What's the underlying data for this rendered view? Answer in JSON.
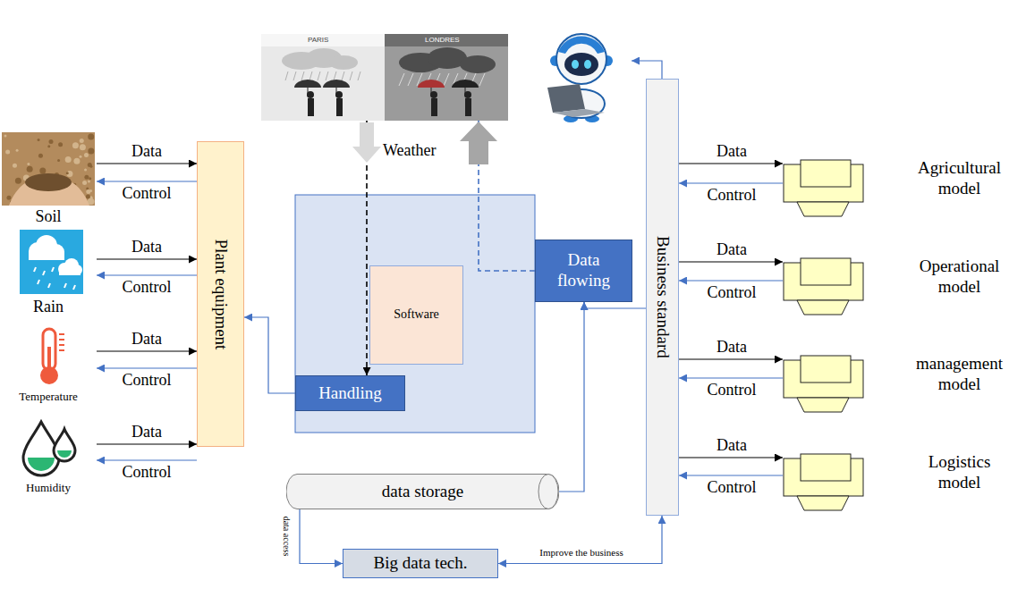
{
  "diagram": {
    "nodes": [
      {
        "text": [
          "Soil"
        ]
      },
      {
        "text": [
          "Rain"
        ]
      },
      {
        "text": [
          "Temperature"
        ]
      },
      {
        "text": [
          "Humidity"
        ]
      },
      {
        "text": [
          "Plant equipment"
        ]
      },
      {
        "text": [
          "PARIS",
          "LONDRES"
        ]
      },
      {
        "text": [
          "Software"
        ]
      },
      {
        "text": [
          "Data flowing"
        ]
      },
      {
        "text": [
          "Handling"
        ]
      },
      {
        "text": [
          "data storage"
        ]
      },
      {
        "text": [
          "Big data tech."
        ]
      },
      {
        "text": [
          "Business standard"
        ]
      },
      {
        "text": [
          "Agricultural model"
        ]
      },
      {
        "text": [
          "Operational model"
        ]
      },
      {
        "text": [
          "management model"
        ]
      },
      {
        "text": [
          "Logistics model"
        ]
      }
    ],
    "edges": [
      {
        "from": 0,
        "to": 4,
        "label": "Data",
        "arrow": "to"
      },
      {
        "from": 4,
        "to": 0,
        "label": "Control",
        "arrow": "to"
      },
      {
        "from": 1,
        "to": 4,
        "label": "Data",
        "arrow": "to"
      },
      {
        "from": 4,
        "to": 1,
        "label": "Control",
        "arrow": "to"
      },
      {
        "from": 2,
        "to": 4,
        "label": "Data",
        "arrow": "to"
      },
      {
        "from": 4,
        "to": 2,
        "label": "Control",
        "arrow": "to"
      },
      {
        "from": 3,
        "to": 4,
        "label": "Data",
        "arrow": "to"
      },
      {
        "from": 4,
        "to": 3,
        "label": "Control",
        "arrow": "to"
      },
      {
        "from": 5,
        "to": 8,
        "arrow": "to"
      },
      {
        "from": 7,
        "to": 5,
        "arrow": "to"
      },
      {
        "from": 8,
        "to": 4,
        "arrow": "to"
      },
      {
        "from": 9,
        "to": 7,
        "arrow": "to"
      },
      {
        "from": 11,
        "to": 7,
        "arrow": "to"
      },
      {
        "from": 9,
        "to": 10,
        "label": "data access",
        "arrow": "to"
      },
      {
        "from": 10,
        "to": 11,
        "label": "Improve the business",
        "arrow": "both"
      },
      {
        "from": 11,
        "to": 12,
        "label": "Data",
        "arrow": "to"
      },
      {
        "from": 12,
        "to": 11,
        "label": "Control",
        "arrow": "to"
      },
      {
        "from": 11,
        "to": 13,
        "label": "Data",
        "arrow": "to"
      },
      {
        "from": 13,
        "to": 11,
        "label": "Control",
        "arrow": "to"
      },
      {
        "from": 11,
        "to": 14,
        "label": "Data",
        "arrow": "to"
      },
      {
        "from": 14,
        "to": 11,
        "label": "Control",
        "arrow": "to"
      },
      {
        "from": 11,
        "to": 15,
        "label": "Data",
        "arrow": "to"
      },
      {
        "from": 15,
        "to": 11,
        "label": "Control",
        "arrow": "to"
      }
    ],
    "labels": [
      "Weather"
    ]
  }
}
